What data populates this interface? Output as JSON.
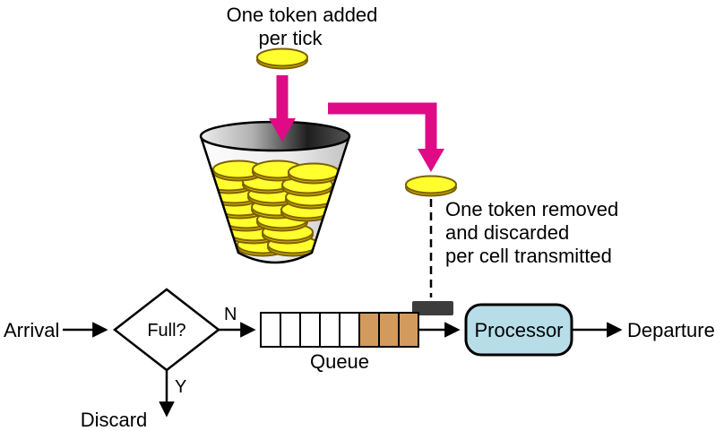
{
  "diagram": {
    "type": "token-bucket-traffic-shaping",
    "annotations": {
      "token_added_line1": "One token added",
      "token_added_line2": "per tick",
      "token_removed_line1": "One token removed",
      "token_removed_line2": "and discarded",
      "token_removed_line3": "per cell transmitted"
    },
    "flow": {
      "arrival": "Arrival",
      "decision": "Full?",
      "no_branch": "N",
      "yes_branch": "Y",
      "discard": "Discard",
      "queue": "Queue",
      "processor": "Processor",
      "departure": "Departure"
    },
    "queue_cells": [
      "empty",
      "empty",
      "empty",
      "empty",
      "empty",
      "filled",
      "filled",
      "filled"
    ],
    "colors": {
      "arrow_magenta": "#e00a87",
      "token_yellow": "#ffff2e",
      "token_edge": "#d8b900",
      "token_outline": "#7d6000",
      "queue_tan": "#d39a5d",
      "processor_blue": "#b7dde9",
      "dark_block": "#3d3d3d"
    }
  }
}
